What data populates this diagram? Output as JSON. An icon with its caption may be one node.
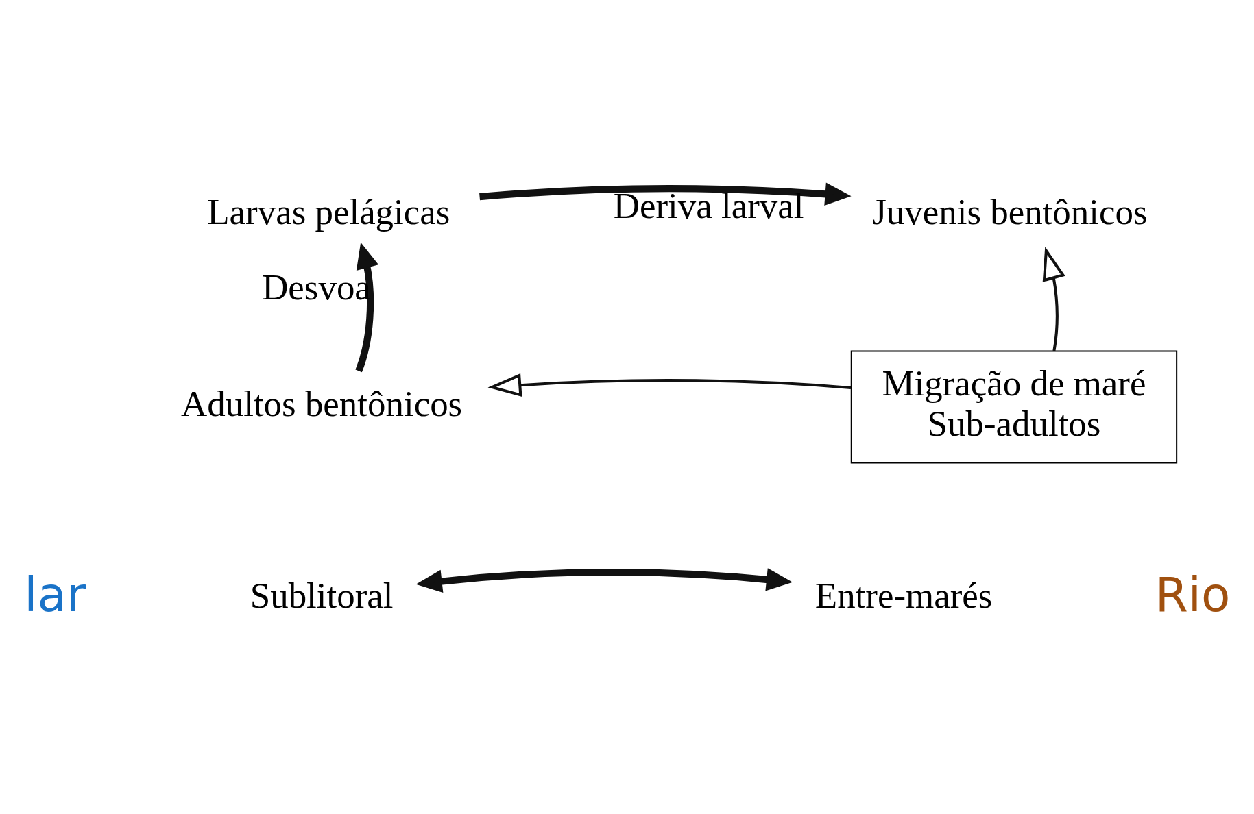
{
  "diagram": {
    "nodes": [
      {
        "text": [
          "Larvas pelágicas"
        ]
      },
      {
        "text": [
          "Juvenis bentônicos"
        ]
      },
      {
        "text": [
          "Adultos bentônicos"
        ]
      },
      {
        "text": [
          "Migração de maré",
          "Sub-adultos"
        ]
      },
      {
        "text": [
          "Sublitoral"
        ]
      },
      {
        "text": [
          "Entre-marés"
        ]
      }
    ],
    "edges": [
      {
        "from": 2,
        "to": 0,
        "label": "Desvoa",
        "arrow": "to"
      },
      {
        "from": 0,
        "to": 1,
        "label": "Deriva larval",
        "arrow": "to"
      },
      {
        "from": 3,
        "to": 1,
        "arrow": "to"
      },
      {
        "from": 3,
        "to": 2,
        "arrow": "to"
      },
      {
        "from": 4,
        "to": 5,
        "arrow": "both"
      }
    ],
    "labels": [
      "lar",
      "Rio"
    ]
  }
}
